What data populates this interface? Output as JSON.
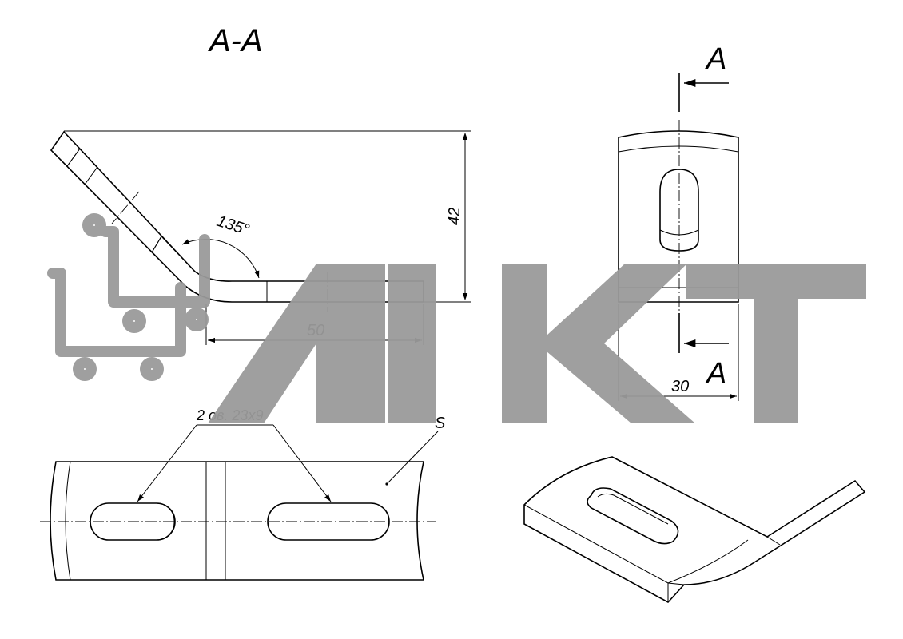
{
  "drawing": {
    "section_title": "А-А",
    "section_mark_top": "А",
    "section_mark_bottom": "А",
    "dim_height": "42",
    "dim_length": "50",
    "dim_angle": "135°",
    "dim_width": "30",
    "slot_callout": "2 ов. 23х9",
    "thickness_label": "S"
  },
  "watermark": {
    "text": "МКТ",
    "color": "#9a9a9a",
    "logo_icon": "cart-icon"
  }
}
